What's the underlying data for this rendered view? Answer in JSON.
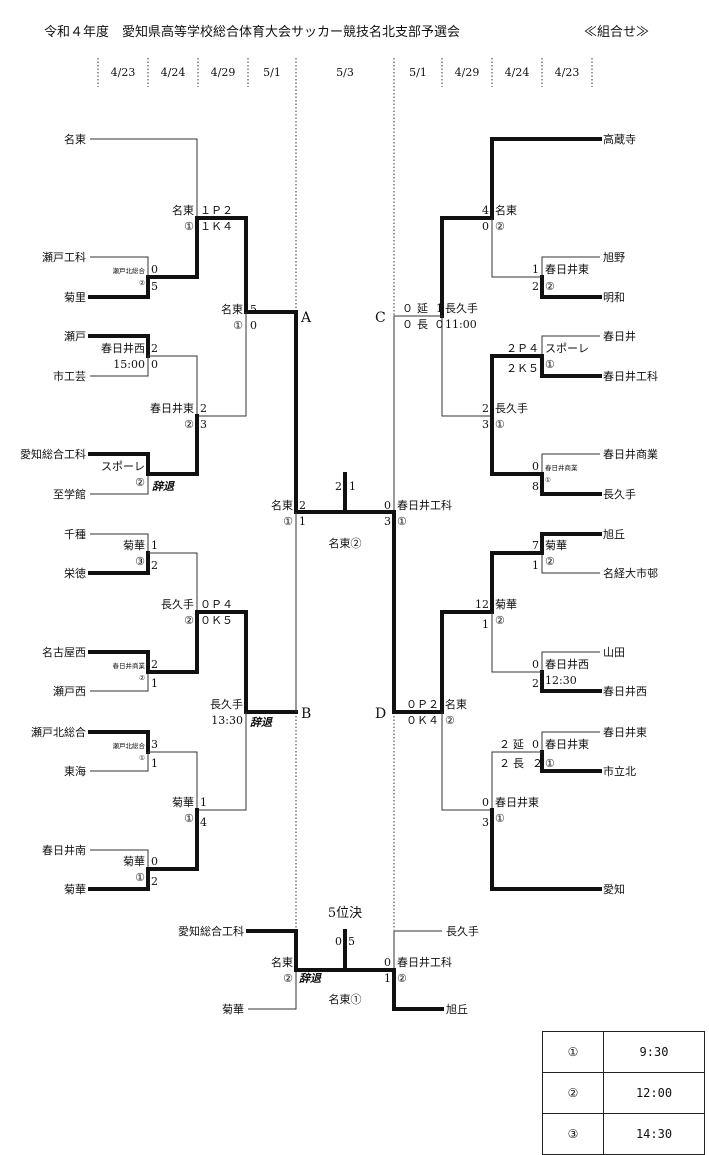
{
  "header": {
    "title": "令和４年度　愛知県高等学校総合体育大会サッカー競技名北支部予選会",
    "subtitle": "≪組合せ≫"
  },
  "dates": {
    "left": [
      "4/23",
      "4/24",
      "4/29",
      "5/1"
    ],
    "center": "5/3",
    "right": [
      "5/1",
      "4/29",
      "4/24",
      "4/23"
    ]
  },
  "block_labels": [
    "A",
    "B",
    "C",
    "D"
  ],
  "left_teams": [
    "名東",
    "瀬戸工科",
    "菊里",
    "瀬戸",
    "市工芸",
    "愛知総合工科",
    "至学館",
    "千種",
    "栄徳",
    "名古屋西",
    "瀬戸西",
    "瀬戸北総合",
    "東海",
    "春日井南",
    "菊華"
  ],
  "right_teams": [
    "高蔵寺",
    "旭野",
    "明和",
    "春日井",
    "春日井工科",
    "春日井商業",
    "長久手",
    "旭丘",
    "名経大市邨",
    "山田",
    "春日井西",
    "春日井東",
    "市立北",
    "愛知"
  ],
  "labels": [
    "名東",
    "１Ｐ２",
    "①",
    "１Ｋ４",
    "瀬戸北総合",
    "②",
    "0",
    "5",
    "名東",
    "5",
    "①",
    "0",
    "春日井西",
    "15:00",
    "2",
    "0",
    "春日井東",
    "2",
    "②",
    "3",
    "スポーレ",
    "②",
    "辞退",
    "名東",
    "2",
    "①",
    "1",
    "2",
    "1",
    "名東②",
    "菊華",
    "1",
    "③",
    "2",
    "長久手",
    "０Ｐ４",
    "②",
    "０Ｋ５",
    "春日井商業",
    "2",
    "②",
    "1",
    "長久手",
    "13:30",
    "辞退",
    "瀬戸北総合",
    "3",
    "①",
    "1",
    "菊華",
    "1",
    "①",
    "4",
    "菊華",
    "0",
    "①",
    "2",
    "4",
    "名東",
    "0",
    "②",
    "1",
    "春日井東",
    "2",
    "②",
    "０",
    "延",
    "1",
    "長久手",
    "０",
    "長",
    "０",
    "11:00",
    "２Ｐ４",
    "スポーレ",
    "２Ｋ５",
    "①",
    "2",
    "長久手",
    "3",
    "①",
    "0",
    "春日井商業",
    "①",
    "8",
    "0",
    "春日井工科",
    "3",
    "①",
    "7",
    "菊華",
    "1",
    "②",
    "12",
    "菊華",
    "1",
    "②",
    "0",
    "春日井西",
    "2",
    "12:30",
    "２",
    "延",
    "0",
    "春日井東",
    "２",
    "長",
    "２",
    "①",
    "０Ｐ２",
    "名東",
    "０Ｋ４",
    "②",
    "0",
    "春日井東",
    "3",
    "①",
    "5位決",
    "愛知総合工科",
    "菊華",
    "名東",
    "②",
    "辞退",
    "0",
    "5",
    "名東①",
    "長久手",
    "旭丘",
    "0",
    "春日井工科",
    "1",
    "②"
  ],
  "schedule": [
    {
      "slot": "①",
      "time": "9:30"
    },
    {
      "slot": "②",
      "time": "12:00"
    },
    {
      "slot": "③",
      "time": "14:30"
    }
  ]
}
